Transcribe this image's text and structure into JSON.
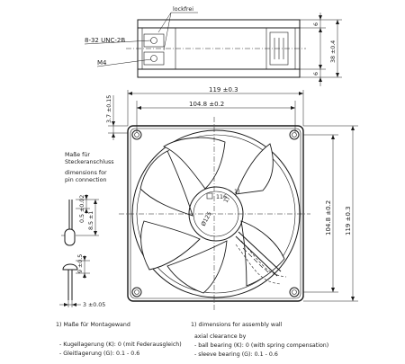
{
  "side_view": {
    "lockfrei": "lockfrei",
    "thread": "8-32 UNC-2B",
    "m4": "M4",
    "height": "38 ±0.4",
    "six_top": "6",
    "six_bottom": "6"
  },
  "front_view": {
    "width_outer": "119 ±0.3",
    "width_holes": "104.8 ±0.2",
    "height_holes": "104.8 ±0.2",
    "height_outer": "119 ±0.3",
    "top_offset": "3.7 ±0.15",
    "diameter": "Ø125",
    "diameter_note": "1)",
    "label_116": "116",
    "label_116_note": "1)"
  },
  "connector": {
    "title_de_1": "Maße für",
    "title_de_2": "Steckeranschluss",
    "title_en_1": "dimensions for",
    "title_en_2": "pin connection",
    "dim_05": "0.5 ±0.02",
    "dim_85": "8.5 ±1",
    "dim_9": "9 ±0.5",
    "dim_3": "3 ±0.05"
  },
  "notes": {
    "left_note": "1) Maße für Montagewand",
    "left_line1": "- Kugellagerung (K): 0 (mit Federausgleich)",
    "left_line2": "- Gleitlagerung (G): 0.1 - 0.6",
    "right_note": "1) dimensions for assembly wall",
    "right_head": "axial clearance by",
    "right_line1": "- ball bearing (K): 0 (with spring compensation)",
    "right_line2": "- sleeve bearing (G): 0.1 - 0.6"
  }
}
